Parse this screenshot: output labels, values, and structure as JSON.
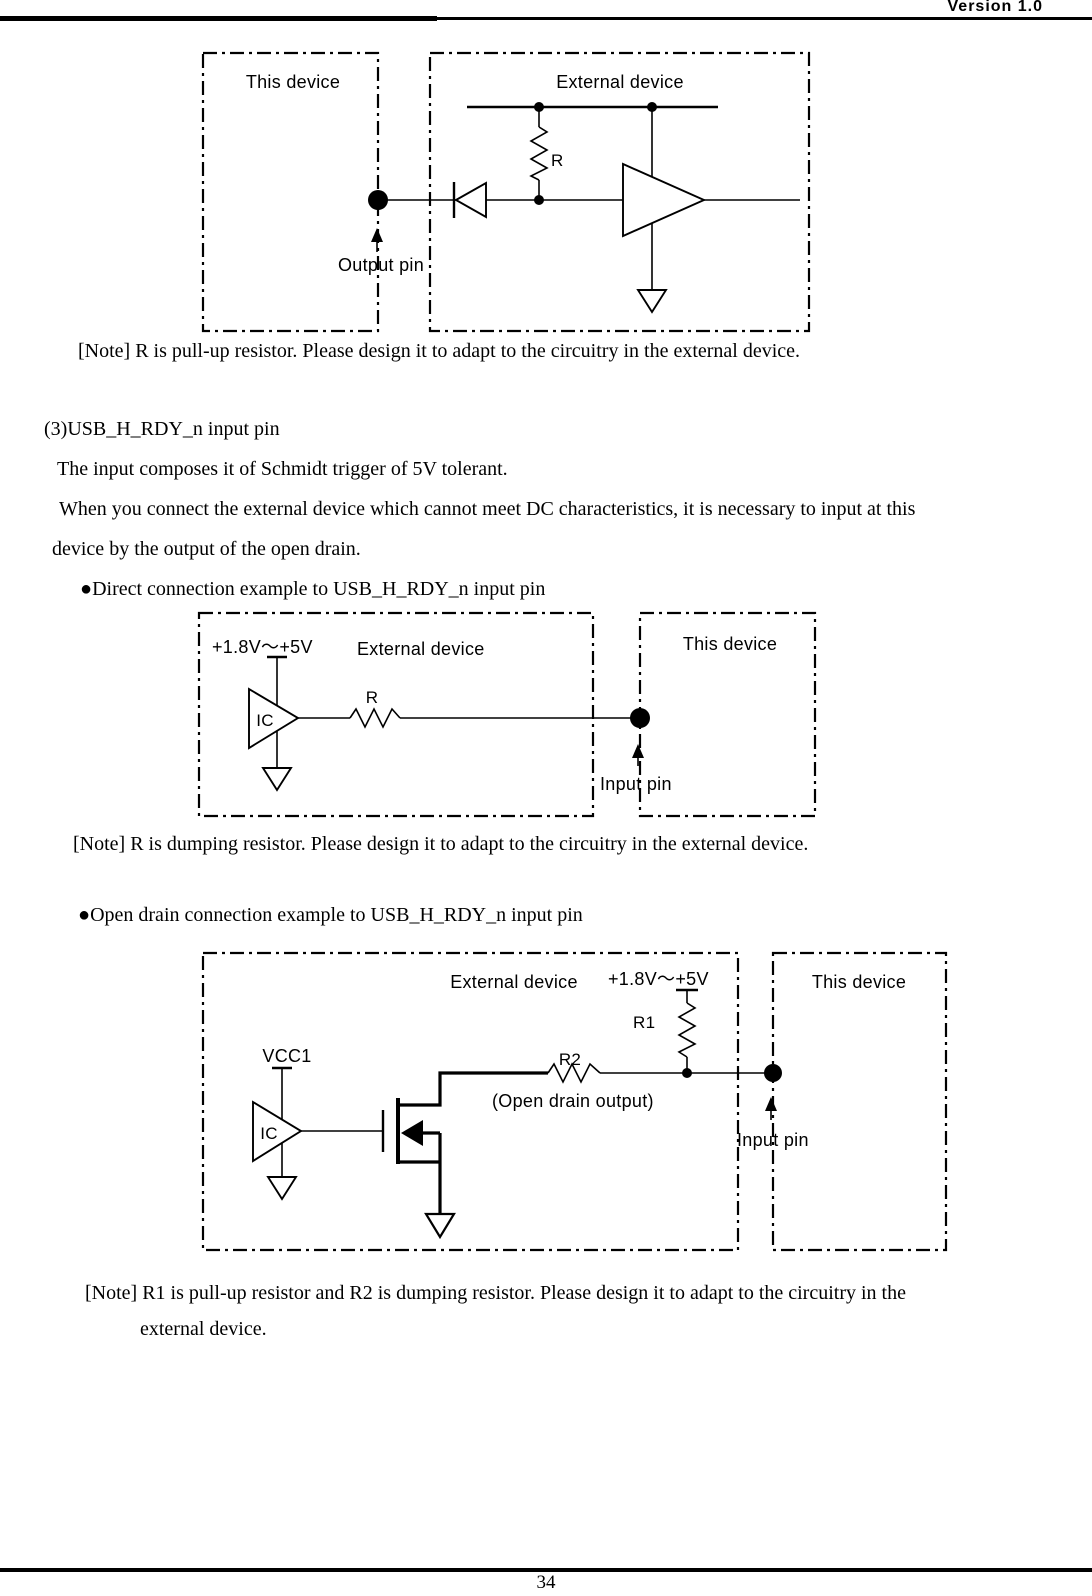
{
  "header": {
    "version_label": "Version 1.0"
  },
  "text": {
    "note1": "[Note] R is pull-up resistor. Please design it to adapt to the circuitry in the external device.",
    "section_heading": "(3)USB_H_RDY_n input pin",
    "para_line1": "The input composes it of Schmidt trigger of 5V tolerant.",
    "para_line2": "When you connect the external device which cannot meet DC characteristics, it is necessary to input at this",
    "para_line3": "device by the output of the open drain.",
    "bullet_direct": "●Direct connection example to USB_H_RDY_n input pin",
    "note2": "[Note] R is dumping resistor. Please design it to adapt to the circuitry in the external device.",
    "bullet_open_drain": "●Open drain connection example to USB_H_RDY_n input pin",
    "note3_line1": "[Note] R1 is pull-up resistor and R2 is dumping resistor. Please design it to adapt to the circuitry in the",
    "note3_line2": "external device."
  },
  "diagram1": {
    "this_device": "This device",
    "external_device": "External device",
    "resistor": "R",
    "output_pin": "Output pin"
  },
  "diagram2": {
    "supply": "+1.8V～+5V",
    "external_device": "External device",
    "this_device": "This device",
    "resistor": "R",
    "ic": "IC",
    "input_pin": "Input pin"
  },
  "diagram3": {
    "external_device": "External device",
    "supply": "+1.8V～+5V",
    "this_device": "This device",
    "r1": "R1",
    "r2": "R2",
    "vcc": "VCC1",
    "ic": "IC",
    "open_drain": "(Open drain output)",
    "input_pin": "Input pin"
  },
  "footer": {
    "page_number": "34"
  }
}
